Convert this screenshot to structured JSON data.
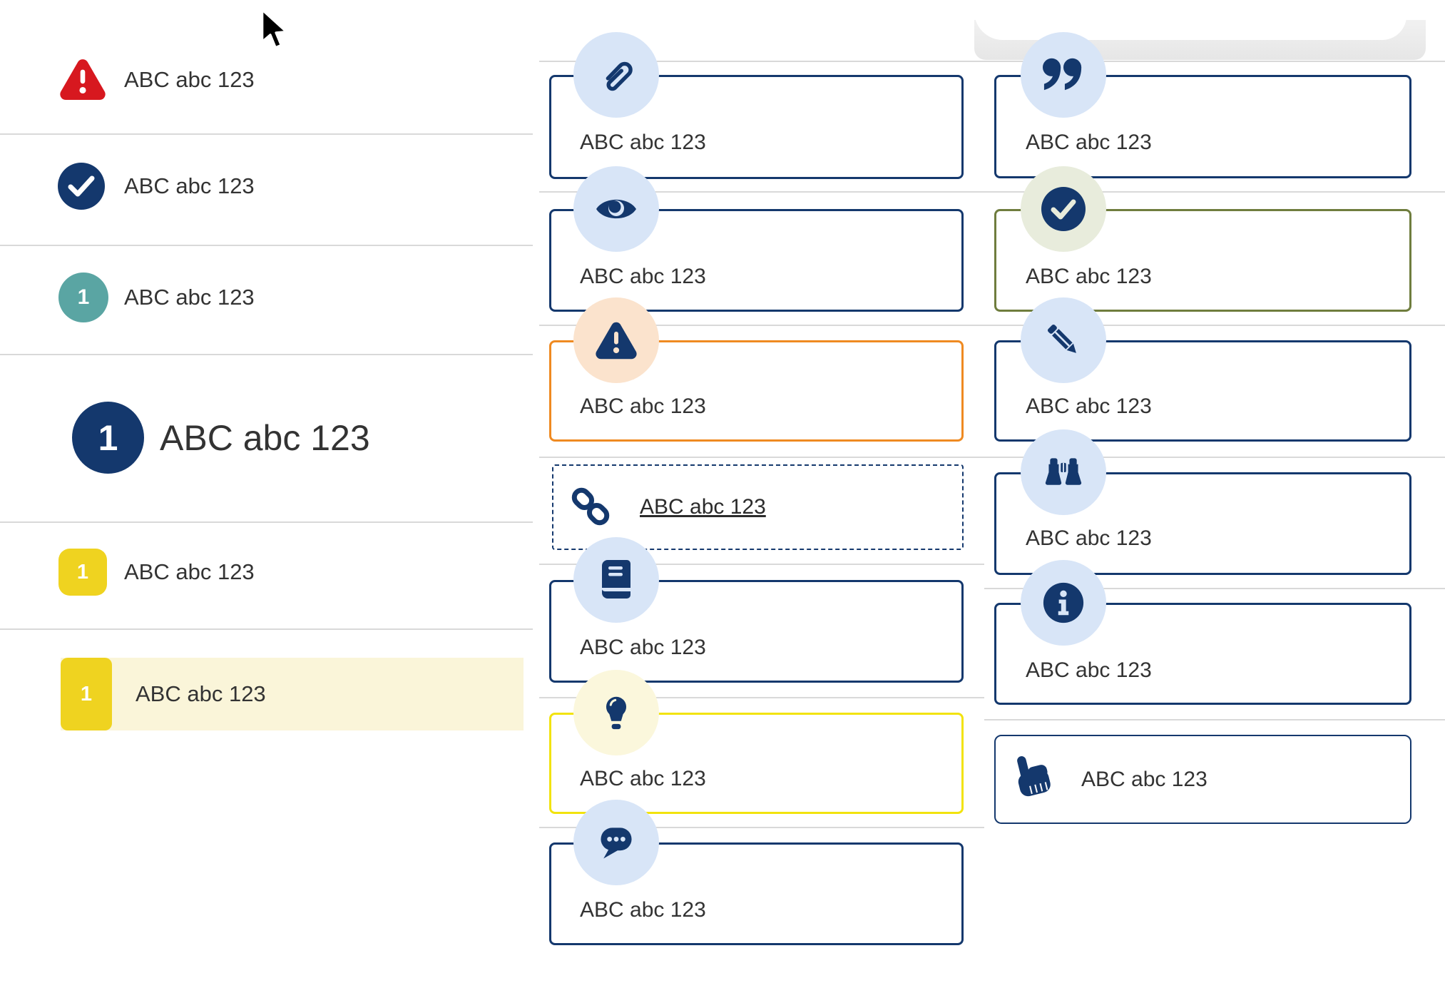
{
  "colors": {
    "navy": "#14386d",
    "light_blue": "#d8e5f7",
    "red": "#d7181f",
    "teal": "#5aa5a3",
    "yellow_badge": "#efd320",
    "highlight_bg": "#faf5d9",
    "orange": "#ef8a21",
    "peach": "#fbe3cd",
    "olive": "#6f7d3e",
    "sage": "#e8ecdc",
    "bulb_yellow": "#f2e30d",
    "pale_yellow": "#fbf7dc",
    "separator": "#d9d9d9",
    "text": "#333333"
  },
  "left_list": {
    "items": [
      {
        "icon": "alert-triangle-icon",
        "label": "ABC abc 123"
      },
      {
        "icon": "check-circle-icon",
        "label": "ABC abc 123"
      },
      {
        "icon": "teal-number-badge",
        "number": "1",
        "label": "ABC abc 123"
      },
      {
        "icon": "navy-number-badge-large",
        "number": "1",
        "label": "ABC abc 123"
      },
      {
        "icon": "yellow-number-badge",
        "number": "1",
        "label": "ABC abc 123"
      },
      {
        "icon": "yellow-number-badge",
        "number": "1",
        "label": "ABC abc 123",
        "highlighted": true
      }
    ]
  },
  "middle_cards": [
    {
      "icon": "paperclip-icon",
      "variant": "navy",
      "label": "ABC abc 123"
    },
    {
      "icon": "eye-icon",
      "variant": "navy",
      "label": "ABC abc 123"
    },
    {
      "icon": "warning-triangle-icon",
      "variant": "orange",
      "label": "ABC abc 123"
    },
    {
      "icon": "link-icon",
      "variant": "dashed-link",
      "label": "ABC abc 123"
    },
    {
      "icon": "book-icon",
      "variant": "navy",
      "label": "ABC abc 123"
    },
    {
      "icon": "lightbulb-icon",
      "variant": "yellow",
      "label": "ABC abc 123"
    },
    {
      "icon": "chat-bubble-icon",
      "variant": "navy",
      "label": "ABC abc 123"
    }
  ],
  "right_cards": [
    {
      "icon": "quote-icon",
      "variant": "navy",
      "label": "ABC abc 123"
    },
    {
      "icon": "check-circle-icon",
      "variant": "olive",
      "label": "ABC abc 123"
    },
    {
      "icon": "pencil-icon",
      "variant": "navy",
      "label": "ABC abc 123"
    },
    {
      "icon": "binoculars-icon",
      "variant": "navy",
      "label": "ABC abc 123"
    },
    {
      "icon": "info-icon",
      "variant": "navy",
      "label": "ABC abc 123"
    },
    {
      "icon": "hand-point-icon",
      "variant": "navy-plain",
      "label": "ABC abc 123"
    }
  ]
}
